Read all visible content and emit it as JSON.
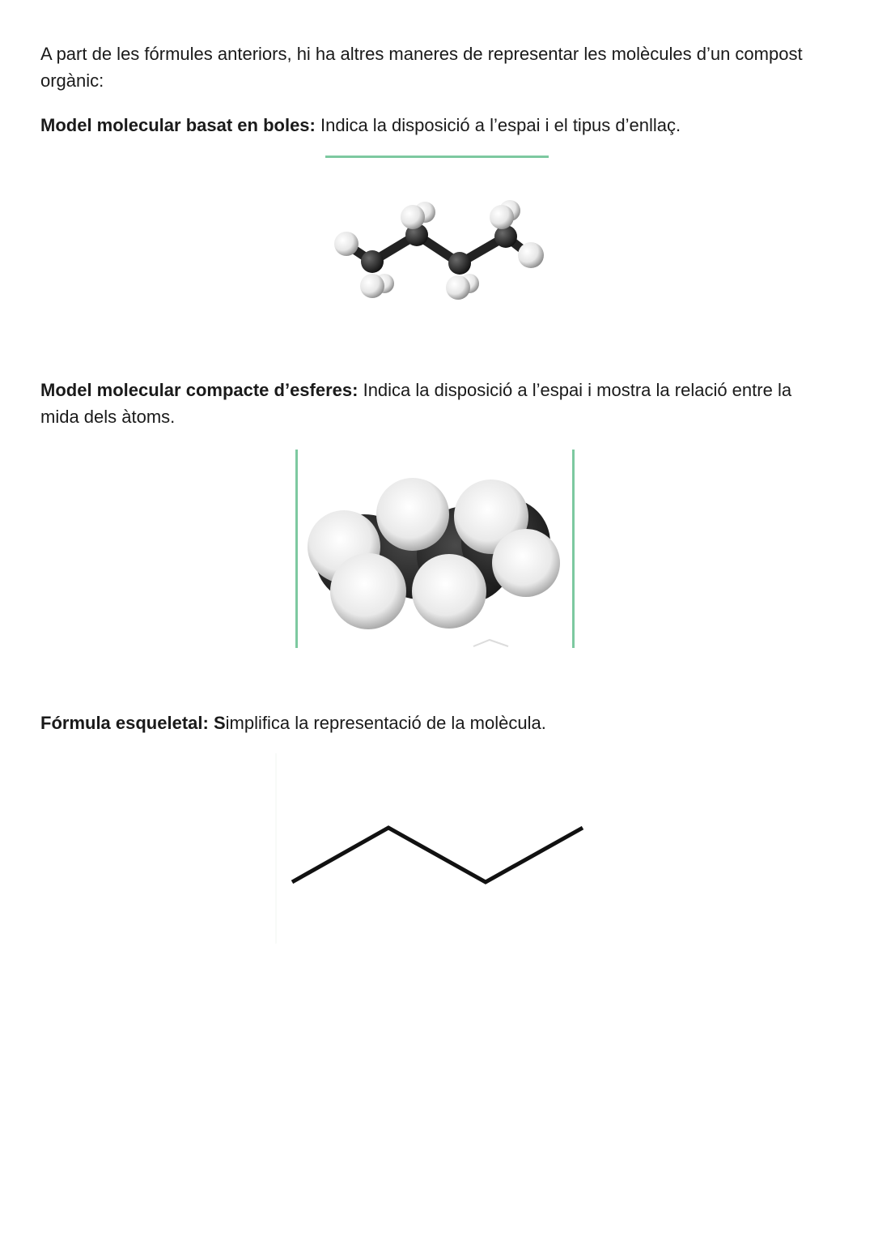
{
  "intro": {
    "text": "A part de les fórmules anteriors, hi ha altres maneres de representar les molècules d’un compost orgànic:"
  },
  "sections": [
    {
      "title": "Model molecular basat en boles:",
      "description": " Indica la disposició a l’espai i el tipus d’enllaç.",
      "figure": "ball-and-stick-model-butane"
    },
    {
      "title": "Model molecular compacte d’esferes:",
      "description": " Indica la disposició a l’espai i mostra la relació entre la mida dels àtoms.",
      "figure": "space-filling-model-butane"
    },
    {
      "title": "Fórmula esqueletal: S",
      "description": "implifica la representació de la molècula.",
      "figure": "skeletal-formula-butane"
    }
  ],
  "colors": {
    "accent_rule": "#7dc9a0",
    "text": "#1a1a1a",
    "carbon": "#2b2b2b",
    "hydrogen": "#f2f2f2"
  }
}
